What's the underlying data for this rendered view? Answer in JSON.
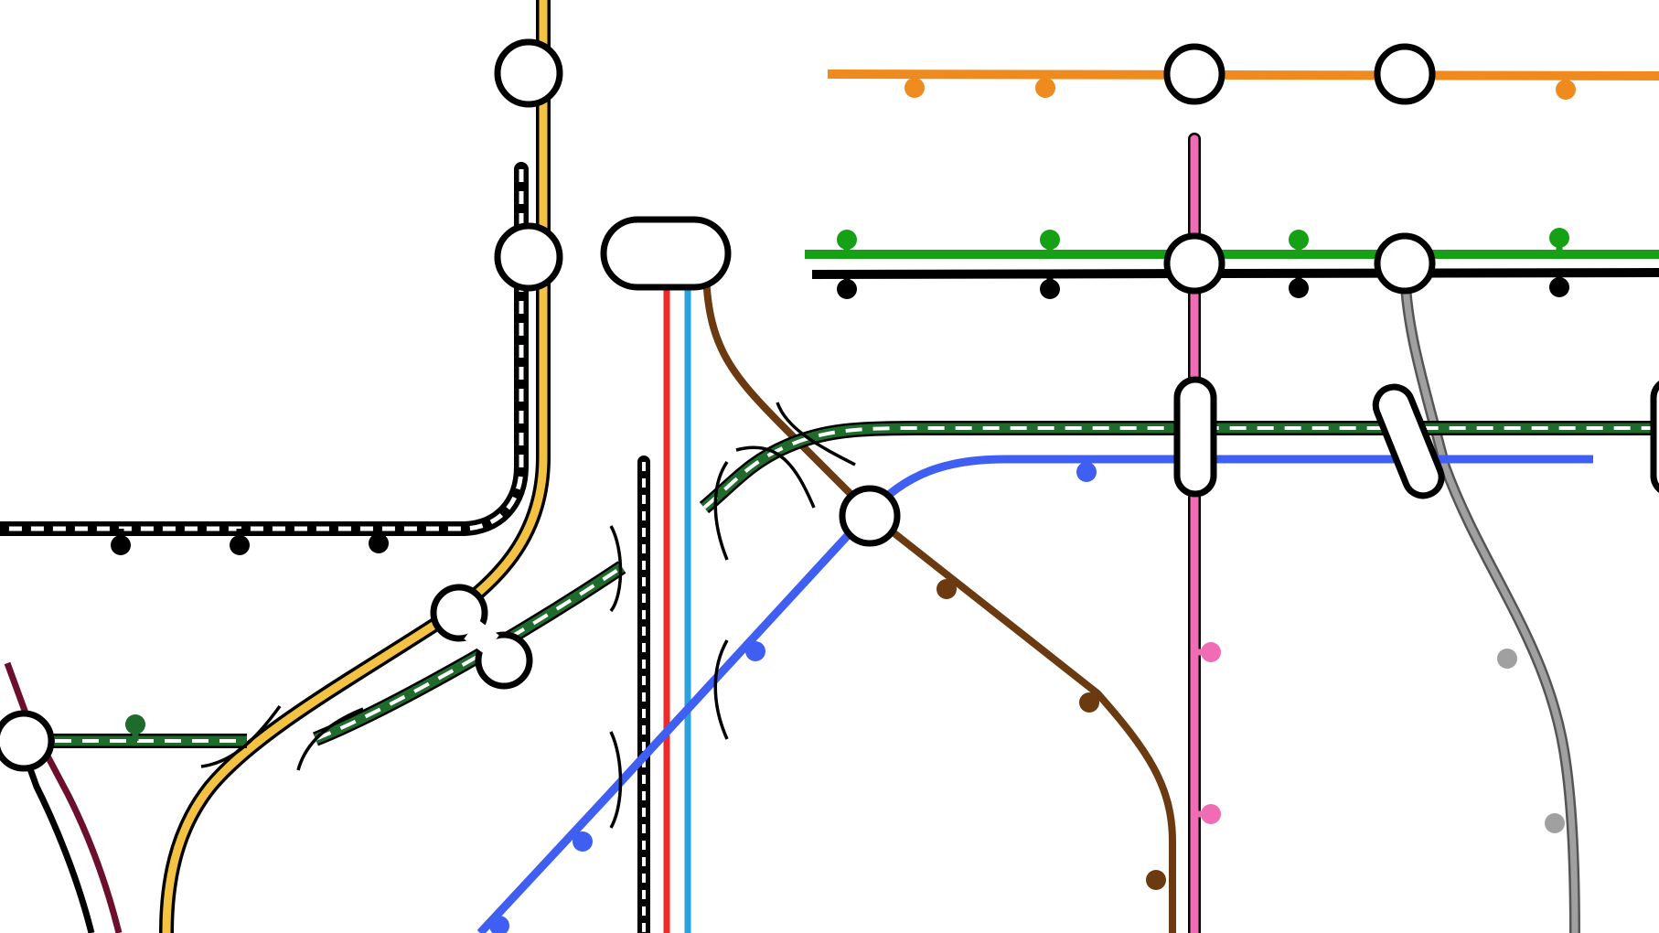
{
  "map": {
    "colors": {
      "orange": "#ee8a1e",
      "green": "#16a016",
      "dark_green": "#1f6b2c",
      "black": "#000000",
      "pink": "#f06cb4",
      "gray": "#a0a0a0",
      "blue": "#3f5ef2",
      "brown": "#6b3a10",
      "red": "#ee2a2a",
      "sky": "#2ba2e0",
      "yellow": "#f4c242",
      "maroon": "#6b0f2c",
      "station_fill": "#ffffff",
      "station_stroke": "#000000"
    },
    "lines": [
      {
        "name": "orange-line",
        "color_key": "orange",
        "style": "solid"
      },
      {
        "name": "green-line",
        "color_key": "green",
        "style": "solid"
      },
      {
        "name": "black-line",
        "color_key": "black",
        "style": "solid"
      },
      {
        "name": "pink-line",
        "color_key": "pink",
        "style": "cased"
      },
      {
        "name": "gray-line",
        "color_key": "gray",
        "style": "cased"
      },
      {
        "name": "blue-line",
        "color_key": "blue",
        "style": "solid"
      },
      {
        "name": "brown-line",
        "color_key": "brown",
        "style": "solid"
      },
      {
        "name": "red-line",
        "color_key": "red",
        "style": "solid"
      },
      {
        "name": "sky-line",
        "color_key": "sky",
        "style": "solid"
      },
      {
        "name": "yellow-line",
        "color_key": "yellow",
        "style": "cased"
      },
      {
        "name": "maroon-line",
        "color_key": "maroon",
        "style": "solid"
      },
      {
        "name": "dark-green-dashed-line",
        "color_key": "dark_green",
        "style": "dashed-white"
      },
      {
        "name": "black-dashed-line",
        "color_key": "black",
        "style": "dashed-white"
      }
    ]
  }
}
